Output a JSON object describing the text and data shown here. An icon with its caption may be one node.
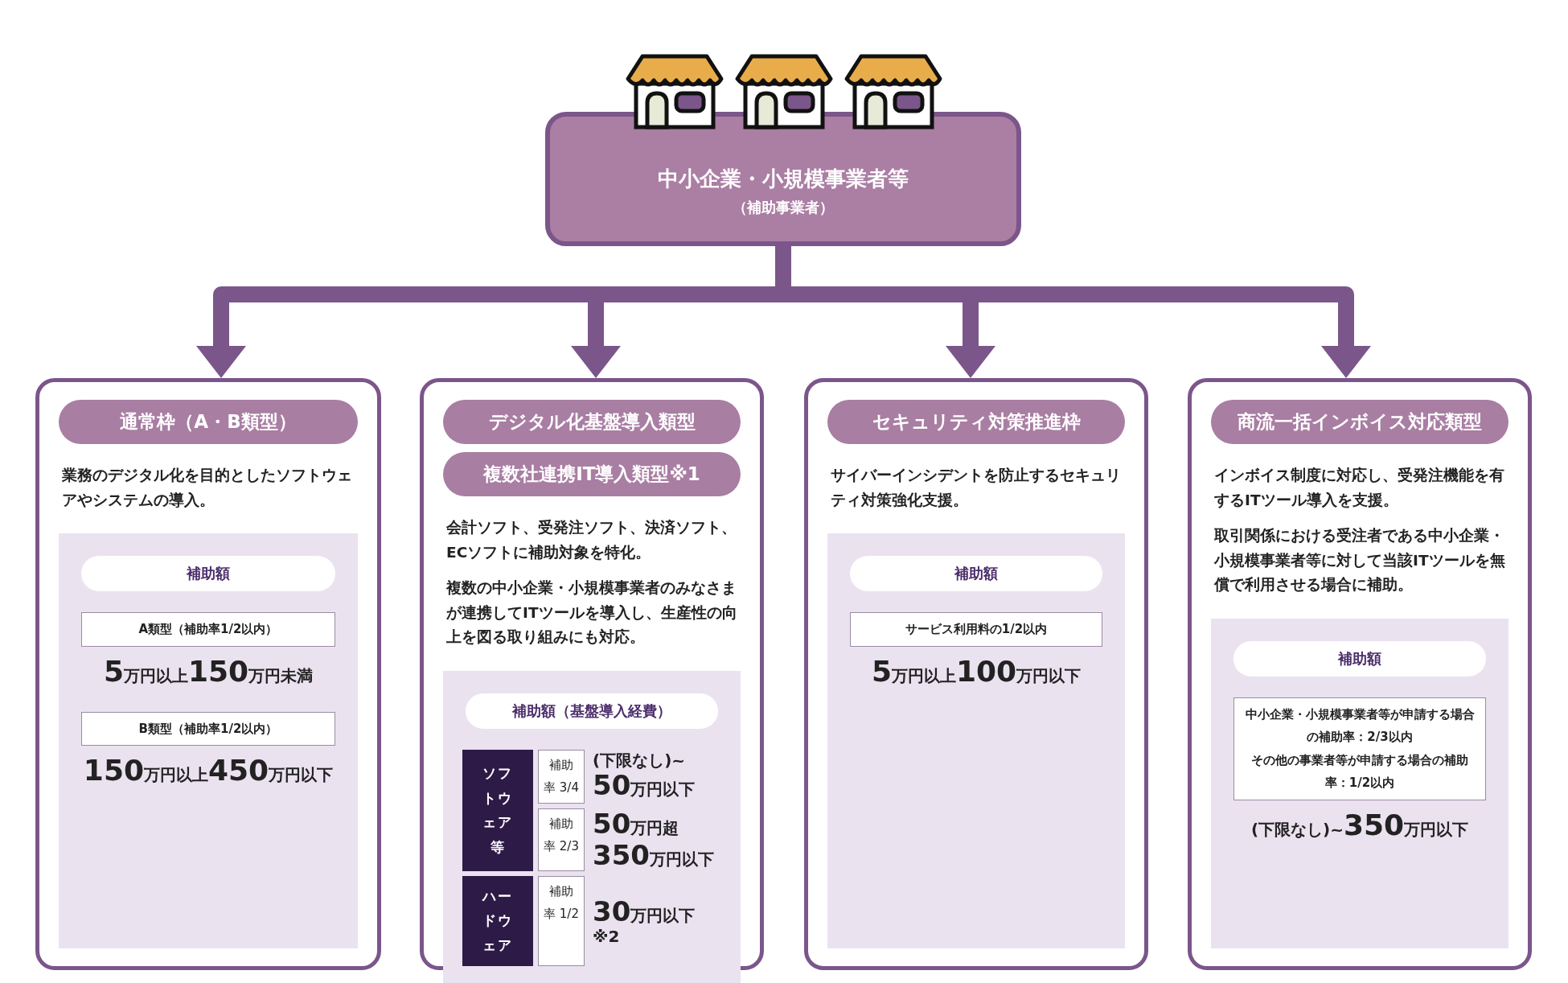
{
  "diagram": {
    "nodes": [
      {
        "text": [
          "中小企業・小規模事業者等",
          "（補助事業者）"
        ]
      },
      {
        "text": [
          "業務のデジタル化を目的としたソフトウェアやシステムの導入。"
        ]
      },
      {
        "text": [
          "通常枠（A・B類型）"
        ],
        "in": 1
      },
      {
        "text": [
          "**5**万円以上**150**万円未満",
          "**150**万円以上**450**万円以下"
        ],
        "in": 1
      },
      {
        "text": [
          "補助額"
        ],
        "in": 3
      },
      {
        "text": [
          "A類型（補助率1/2以内）"
        ],
        "in": 3
      },
      {
        "text": [
          "B類型（補助率1/2以内）"
        ],
        "in": 3
      },
      {
        "text": [
          "会計ソフト、受発注ソフト、決済ソフト、ECソフトに補助対象を特化。",
          "複数の中小企業・小規模事業者のみなさまが連携してITツールを導入し、生産性の向上を図る取り組みにも対応。"
        ]
      },
      {
        "text": [
          "デジタル化基盤導入類型"
        ],
        "in": 7
      },
      {
        "text": [
          "複数社連携IT導入類型※1"
        ],
        "in": 7
      },
      {
        "text": [
          "(下限なし)~ **50**万円以下",
          "**50**万円超 **350**万円以下",
          "**30**万円以下※2"
        ],
        "in": 7
      },
      {
        "text": [
          "補助額（基盤導入経費）"
        ],
        "in": 10
      },
      {
        "text": [
          "ソフトウェア等"
        ],
        "in": 10
      },
      {
        "text": [
          "補助率 3/4"
        ],
        "in": 10
      },
      {
        "text": [
          "補助率 2/3"
        ],
        "in": 10
      },
      {
        "text": [
          "ハードウェア"
        ],
        "in": 10
      },
      {
        "text": [
          "補助率 1/2"
        ],
        "in": 10
      },
      {
        "text": [
          "サイバーインシデントを防止するセキュリティ対策強化支援。"
        ]
      },
      {
        "text": [
          "セキュリティ対策推進枠"
        ],
        "in": 17
      },
      {
        "text": [
          "**5**万円以上**100**万円以下"
        ],
        "in": 17
      },
      {
        "text": [
          "補助額"
        ],
        "in": 19
      },
      {
        "text": [
          "サービス利用料の1/2以内"
        ],
        "in": 19
      },
      {
        "text": [
          "インボイス制度に対応し、受発注機能を有するITツール導入を支援。",
          "取引関係における受注者である中小企業・小規模事業者等に対して当該ITツールを無償で利用させる場合に補助。"
        ]
      },
      {
        "text": [
          "商流一括インボイス対応類型"
        ],
        "in": 22
      },
      {
        "text": [
          "(下限なし)~**350**万円以下"
        ],
        "in": 22
      },
      {
        "text": [
          "補助額"
        ],
        "in": 24
      },
      {
        "text": [
          "中小企業・小規模事業者等が申請する場合の補助率：2/3以内",
          "その他の事業者等が申請する場合の補助率：1/2以内"
        ],
        "in": 24
      }
    ],
    "edges": [
      {
        "from": 0,
        "to": 1,
        "arrow": "to"
      },
      {
        "from": 0,
        "to": 7,
        "arrow": "to"
      },
      {
        "from": 0,
        "to": 17,
        "arrow": "to"
      },
      {
        "from": 0,
        "to": 22,
        "arrow": "to"
      }
    ]
  }
}
